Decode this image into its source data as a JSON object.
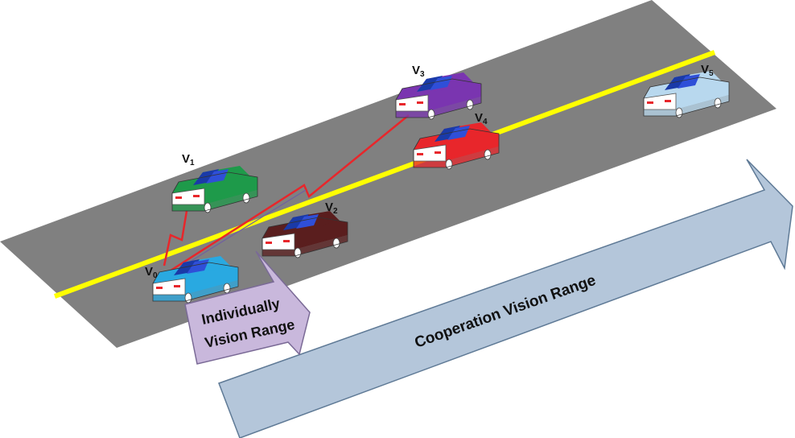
{
  "vehicles": [
    {
      "id": "v0",
      "label": "V",
      "sub": "0",
      "color": "#29a9e1",
      "dark": "#1a7fb0"
    },
    {
      "id": "v1",
      "label": "V",
      "sub": "1",
      "color": "#1e9a4a",
      "dark": "#156b33"
    },
    {
      "id": "v2",
      "label": "V",
      "sub": "2",
      "color": "#5a1e1e",
      "dark": "#3d1212"
    },
    {
      "id": "v3",
      "label": "V",
      "sub": "3",
      "color": "#7a35b0",
      "dark": "#55237d"
    },
    {
      "id": "v4",
      "label": "V",
      "sub": "4",
      "color": "#e8262b",
      "dark": "#a8161a"
    },
    {
      "id": "v5",
      "label": "V",
      "sub": "5",
      "color": "#b8d8ee",
      "dark": "#8fb4cf"
    }
  ],
  "arrows": {
    "individual": {
      "line1": "Individually",
      "line2": "Vision Range",
      "color": "#c9b8dc"
    },
    "cooperation": {
      "text": "Cooperation Vision Range",
      "color": "#b4c6da"
    }
  },
  "colors": {
    "road": "#808080",
    "center_line": "#ffff00",
    "link": "#e8262b"
  }
}
